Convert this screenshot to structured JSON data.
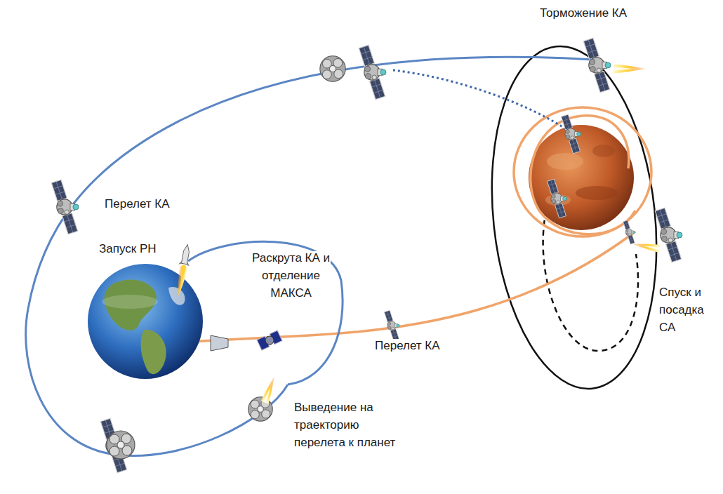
{
  "diagram": {
    "labels": [
      "Торможение КА",
      "Перелет КА",
      "Запуск РН",
      "Раскрута КА и отделение МАКСА",
      "Спуск и посадка СА",
      "Перелет КА",
      "Выведение на траекторию перелета к планет"
    ]
  }
}
